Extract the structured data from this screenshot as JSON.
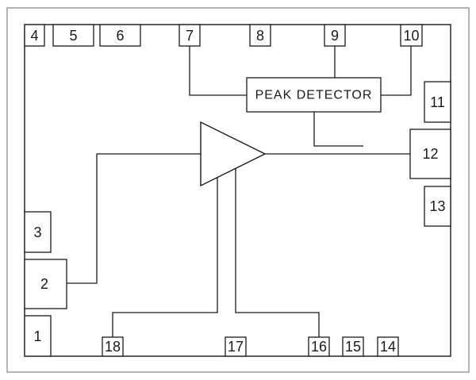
{
  "pins": {
    "p1": "1",
    "p2": "2",
    "p3": "3",
    "p4": "4",
    "p5": "5",
    "p6": "6",
    "p7": "7",
    "p8": "8",
    "p9": "9",
    "p10": "10",
    "p11": "11",
    "p12": "12",
    "p13": "13",
    "p14": "14",
    "p15": "15",
    "p16": "16",
    "p17": "17",
    "p18": "18"
  },
  "blocks": {
    "peak_detector": "PEAK DETECTOR"
  }
}
